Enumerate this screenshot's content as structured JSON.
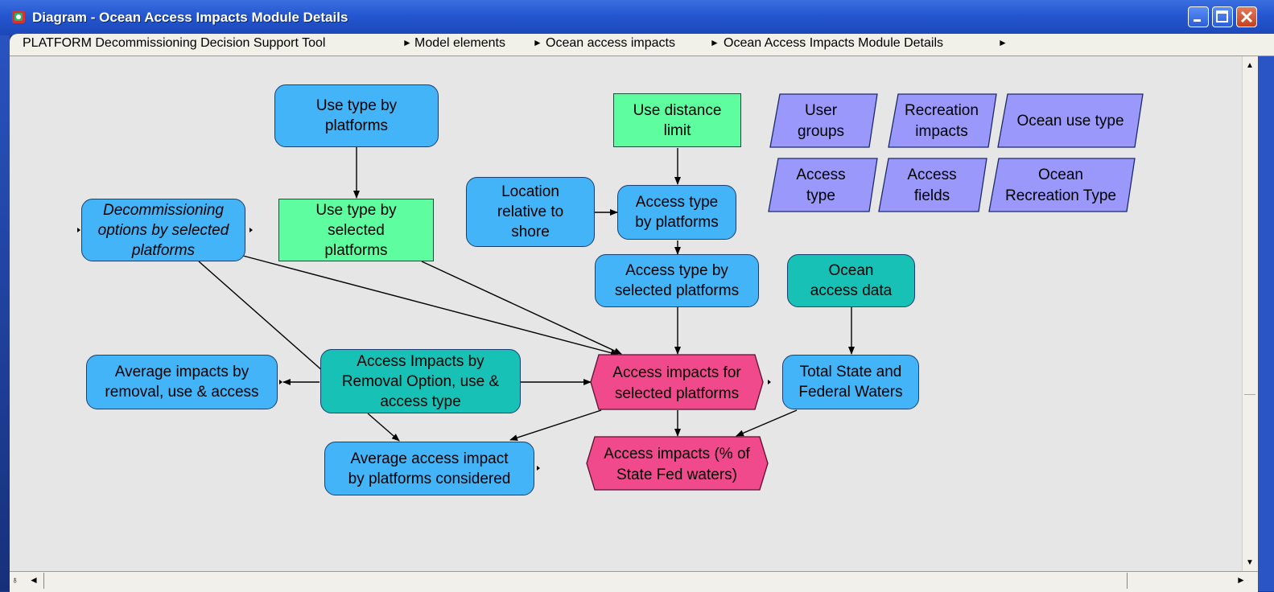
{
  "window": {
    "title": "Diagram - Ocean Access Impacts Module Details"
  },
  "breadcrumb": {
    "root": "PLATFORM Decommissioning Decision Support Tool",
    "items": [
      "Model elements",
      "Ocean access impacts",
      "Ocean Access Impacts Module Details"
    ]
  },
  "nodes": {
    "use_type_by_platforms": [
      "Use type by",
      "platforms"
    ],
    "use_distance_limit": [
      "Use distance",
      "limit"
    ],
    "user_groups": [
      "User",
      "groups"
    ],
    "recreation_impacts": [
      "Recreation",
      "impacts"
    ],
    "ocean_use_type": [
      "Ocean use type"
    ],
    "access_type": [
      "Access",
      "type"
    ],
    "access_fields": [
      "Access",
      "fields"
    ],
    "ocean_recreation_type": [
      "Ocean",
      "Recreation Type"
    ],
    "decommissioning_options": [
      "Decommissioning",
      "options by selected",
      "platforms"
    ],
    "use_type_by_selected_platforms": [
      "Use type by",
      "selected",
      "platforms"
    ],
    "location_relative_to_shore": [
      "Location",
      "relative to",
      "shore"
    ],
    "access_type_by_platforms": [
      "Access type",
      "by platforms"
    ],
    "access_type_by_selected_platforms": [
      "Access type by",
      "selected platforms"
    ],
    "ocean_access_data": [
      "Ocean",
      "access data"
    ],
    "average_impacts": [
      "Average impacts by",
      "removal, use & access"
    ],
    "access_impacts_by_removal": [
      "Access Impacts by",
      "Removal Option, use &",
      "access type"
    ],
    "access_impacts_for_selected": [
      "Access impacts for",
      "selected platforms"
    ],
    "total_state_federal": [
      "Total State and",
      "Federal Waters"
    ],
    "average_access_impact": [
      "Average access impact",
      "by platforms considered"
    ],
    "access_impacts_percent": [
      "Access impacts (% of",
      "State Fed waters)"
    ]
  },
  "colors": {
    "blue_node": "#43b4f7",
    "teal_node": "#17c1b6",
    "green_node": "#5dfda0",
    "pink_node": "#f04a8c",
    "purple_node": "#9a98fb",
    "canvas": "#e6e6e6"
  }
}
